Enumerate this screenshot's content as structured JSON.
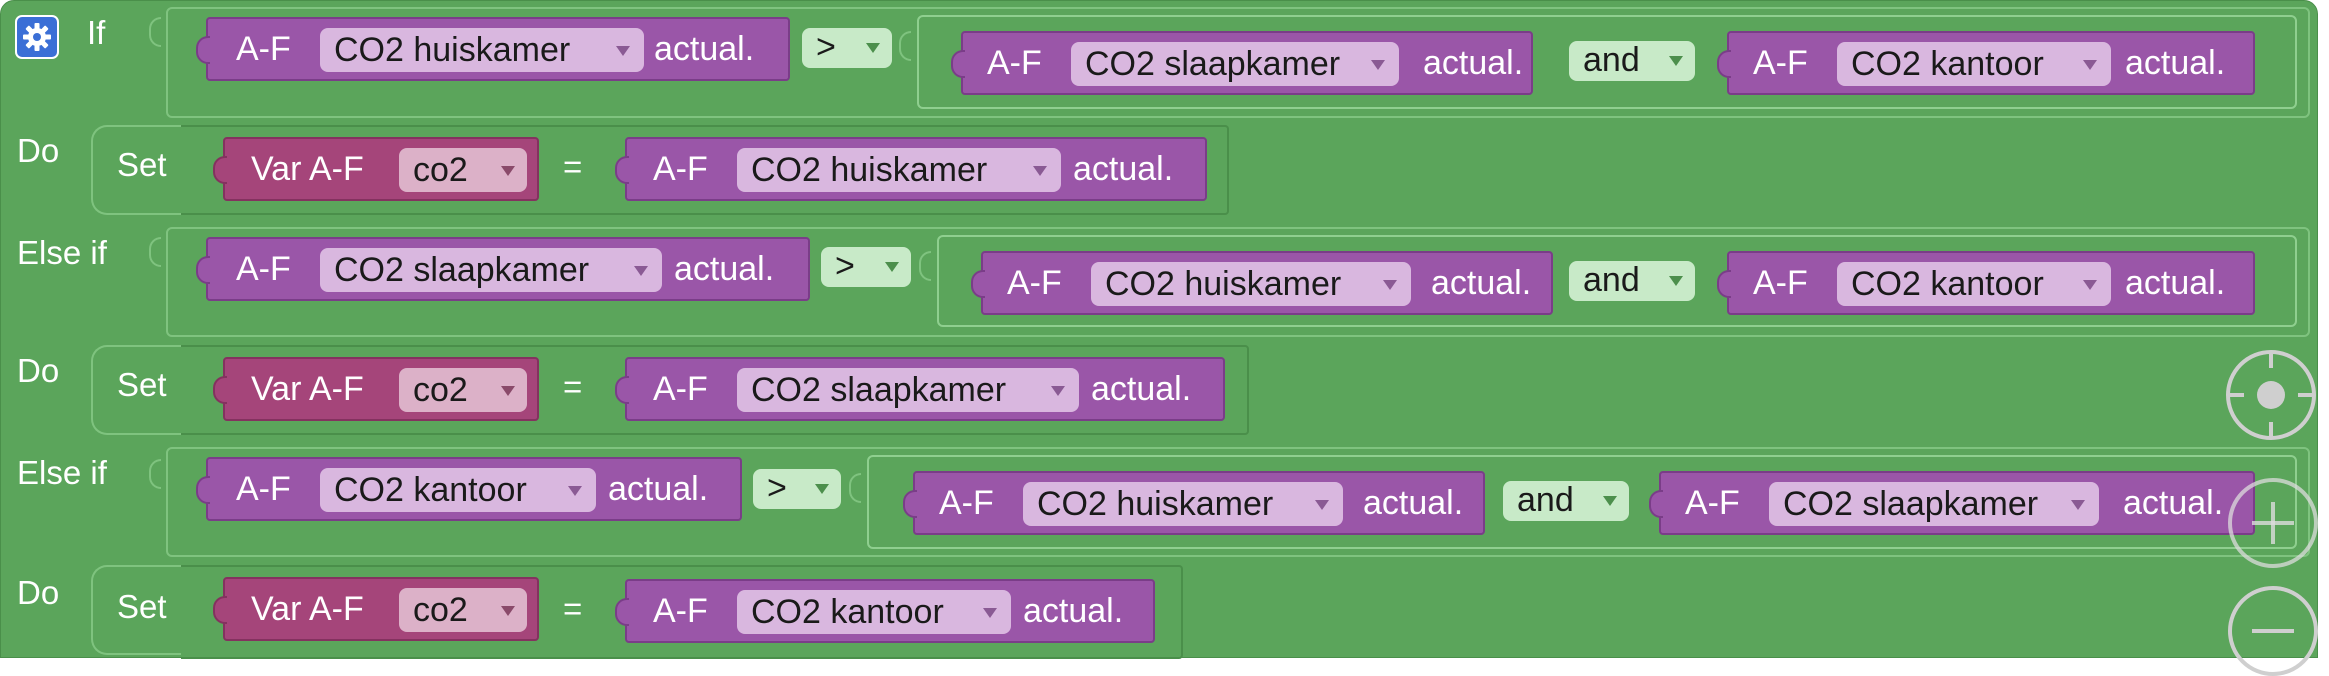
{
  "workspace": {
    "if_label": "If",
    "do_label": "Do",
    "else_if_label": "Else if",
    "set_label": "Set",
    "equals_label": "=",
    "var_prefix": "Var A-F",
    "var_name": "co2",
    "af_prefix": "A-F",
    "actual_label": "actual.",
    "compare_op": ">",
    "and_op": "and",
    "sensors": {
      "huiskamer": "CO2 huiskamer",
      "slaapkamer": "CO2 slaapkamer",
      "kantoor": "CO2 kantoor"
    }
  },
  "icons": {
    "settings": "gear-icon",
    "recenter": "target-icon",
    "zoom_in": "plus-icon",
    "zoom_out": "minus-icon"
  },
  "colors": {
    "logic_block": "#5ba55b",
    "device_block": "#9a56a8",
    "variable_block": "#a5457a",
    "settings_icon": "#3b6fd6"
  }
}
